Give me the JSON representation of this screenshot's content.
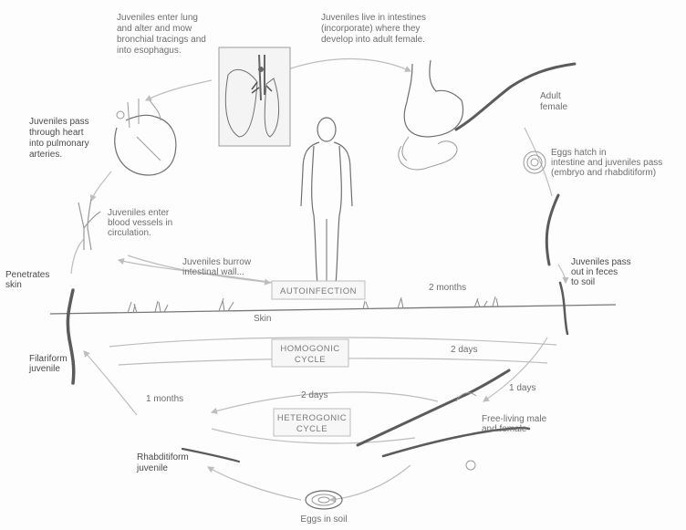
{
  "labels": {
    "lungs_note": [
      "Juveniles enter lung",
      "and alter and mow",
      "bronchial tracings and",
      "into esophagus."
    ],
    "intestine_note": [
      "Juveniles live in intestines",
      "(incorporate) where they",
      "develop into adult female."
    ],
    "heart_note": [
      "Juveniles pass",
      "through heart",
      "into pulmonary",
      "arteries."
    ],
    "adult_female": [
      "Adult",
      "female"
    ],
    "eggs_note": [
      "Eggs hatch in",
      "intestine and juveniles pass",
      "(embryo and rhabditiform)"
    ],
    "vein_note": [
      "Juveniles enter",
      "blood vessels in",
      "circulation."
    ],
    "autoinfection_note": [
      "Juveniles burrow",
      "intestinal wall..."
    ],
    "penetrate_skin": [
      "Penetrates",
      "skin"
    ],
    "filariform_left": [
      "Filariform",
      "juvenile"
    ],
    "juveniles_out": [
      "Juveniles pass",
      "out in feces",
      "to soil"
    ],
    "months_2": "2 months",
    "days_right": "2 days",
    "days_bottom_right": "1 days",
    "days_mid": "2 days",
    "months_left": "1 months",
    "free_living": [
      "Free-living male",
      "and female"
    ],
    "rhabditiform": [
      "Rhabditiform",
      "juvenile"
    ],
    "egg_in_soil": "Eggs in soil",
    "skin_label": "Skin",
    "box_autoinfection": "AUTOINFECTION",
    "box_homogonic": [
      "HOMOGONIC",
      "CYCLE"
    ],
    "box_heterogonic": [
      "HETEROGONIC",
      "CYCLE"
    ]
  },
  "colors": {
    "ink": "#6f6f6f",
    "line": "#bdbdbd",
    "background": "#fdfdfd"
  }
}
